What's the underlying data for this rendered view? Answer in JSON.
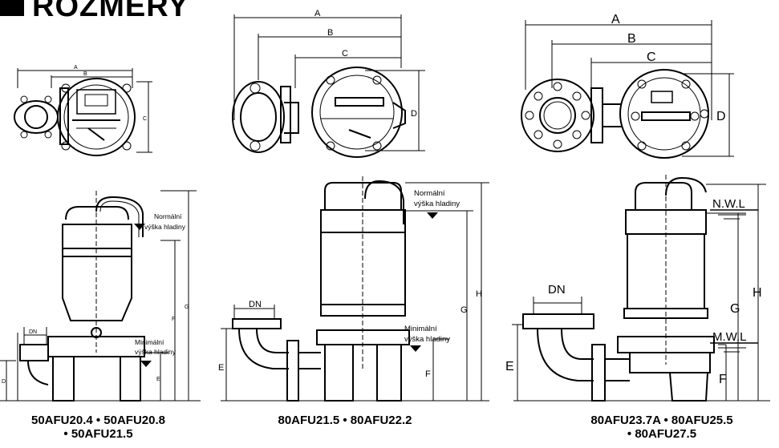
{
  "title": "ROZMERY",
  "dimension_labels": {
    "A": "A",
    "B": "B",
    "C": "C",
    "D": "D",
    "E": "E",
    "F": "F",
    "G": "G",
    "H": "H",
    "DN": "DN"
  },
  "water_levels": {
    "normal_line1": "Normální",
    "normal_line2": "výška hladiny",
    "minimal_line1": "Minimální",
    "minimal_line2": "výška hladiny",
    "nwl": "N.W.L",
    "mwl": "M.W.L"
  },
  "models": {
    "left_line1": "50AFU20.4 • 50AFU20.8",
    "left_line2": "• 50AFU21.5",
    "middle_line1": "80AFU21.5 • 80AFU22.2",
    "right_line1": "80AFU23.7A • 80AFU25.5",
    "right_line2": "• 80AFU27.5"
  }
}
